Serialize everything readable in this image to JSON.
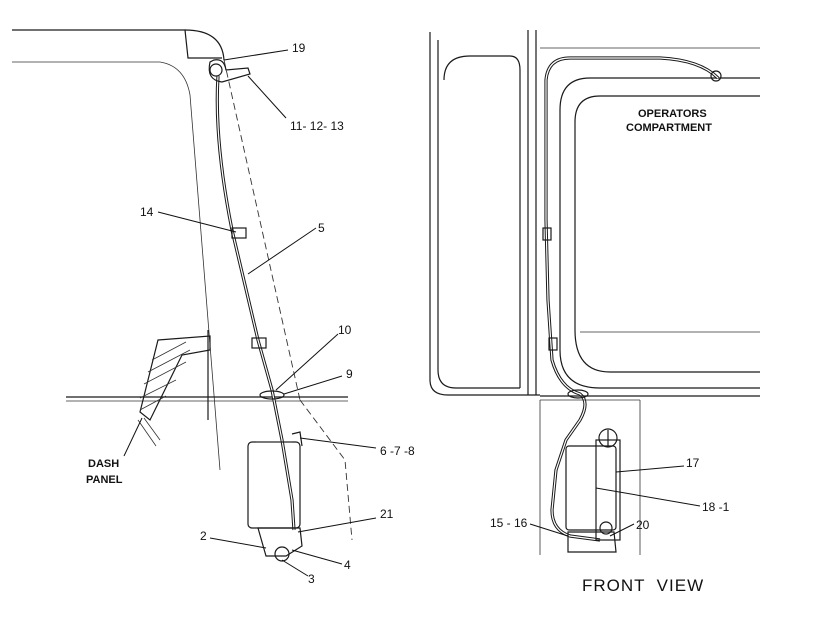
{
  "callouts": {
    "c19": "19",
    "c11_12_13": "11- 12- 13",
    "c14": "14",
    "c5": "5",
    "c10": "10",
    "c9": "9",
    "c6_7_8": "6 -7 -8",
    "c21": "21",
    "c2": "2",
    "c4": "4",
    "c3": "3",
    "c17": "17",
    "c18_1": "18 -1",
    "c15_16": "15 - 16",
    "c20": "20"
  },
  "captions": {
    "dash_line1": "DASH",
    "dash_line2": "PANEL",
    "ops_line1": "OPERATORS",
    "ops_line2": "COMPARTMENT"
  },
  "view_title": "FRONT  VIEW"
}
